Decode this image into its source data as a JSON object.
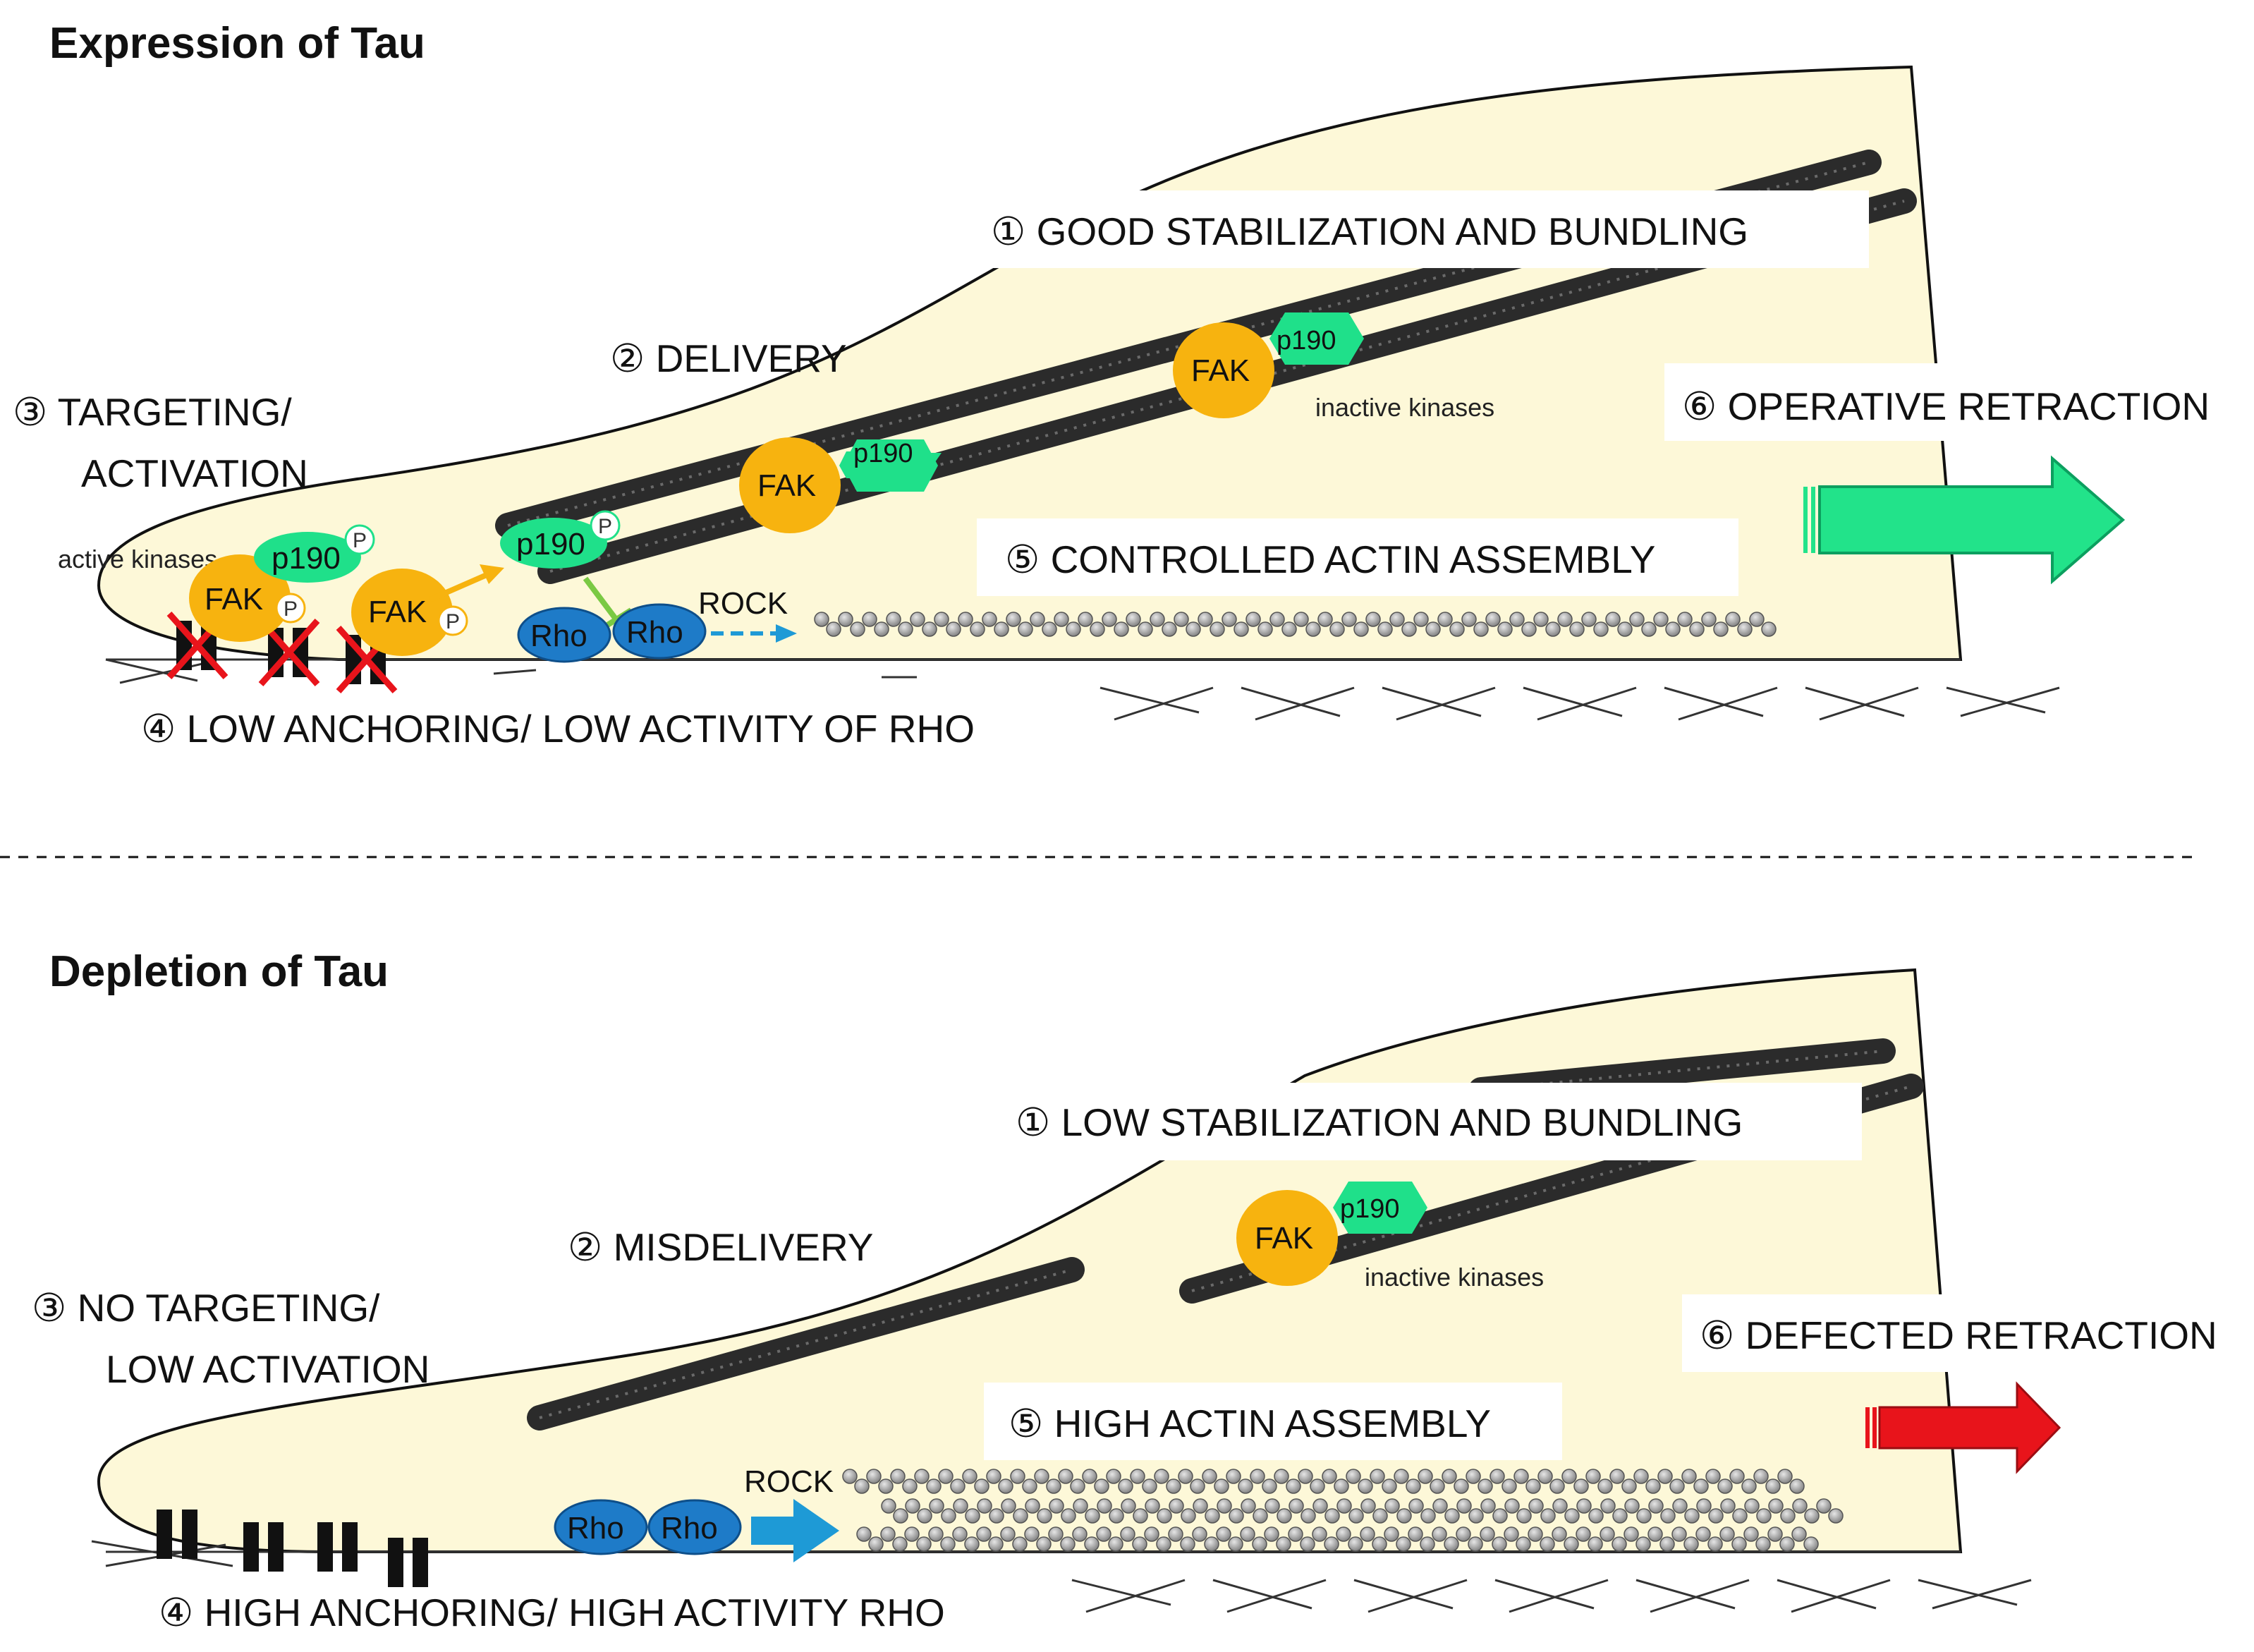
{
  "top": {
    "title": "Expression of Tau",
    "labels": {
      "stabilization": "① GOOD STABILIZATION AND BUNDLING",
      "delivery": "② DELIVERY",
      "targeting_1": "③  TARGETING/",
      "targeting_2": "ACTIVATION",
      "anchoring": "④ LOW ANCHORING/ LOW ACTIVITY OF RHO",
      "actin": "⑤ CONTROLLED ACTIN ASSEMBLY",
      "retraction": "⑥ OPERATIVE RETRACTION"
    },
    "active_kinases": "active kinases",
    "inactive_kinases": "inactive kinases",
    "rock": "ROCK",
    "arrow_color": "#22e38a"
  },
  "bottom": {
    "title": "Depletion of Tau",
    "labels": {
      "stabilization": "① LOW STABILIZATION AND BUNDLING",
      "delivery": "② MISDELIVERY",
      "targeting_1": "③  NO TARGETING/",
      "targeting_2": "LOW ACTIVATION",
      "anchoring": "④ HIGH ANCHORING/ HIGH ACTIVITY RHO",
      "actin": "⑤ HIGH ACTIN ASSEMBLY",
      "retraction": "⑥ DEFECTED RETRACTION"
    },
    "inactive_kinases": "inactive kinases",
    "rock": "ROCK",
    "arrow_color": "#e8141b"
  },
  "molecules": {
    "fak": "FAK",
    "p190": "p190",
    "rho": "Rho",
    "p": "P"
  },
  "colors": {
    "cell": "#fdf8d8",
    "fak": "#f7b30f",
    "p190": "#1fe08a",
    "rho": "#1e7bc8",
    "microtubule": "#333333"
  }
}
